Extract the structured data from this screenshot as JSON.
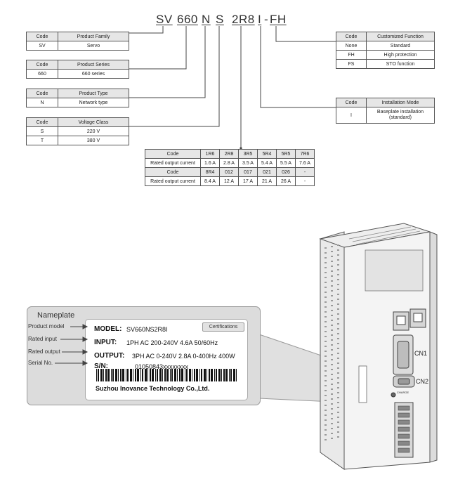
{
  "model_code": {
    "segments": [
      {
        "id": "family",
        "text": "SV"
      },
      {
        "id": "series",
        "text": "660"
      },
      {
        "id": "type",
        "text": "N"
      },
      {
        "id": "voltage",
        "text": "S"
      },
      {
        "id": "current",
        "text": "2R8"
      },
      {
        "id": "install",
        "text": "I"
      },
      {
        "id": "dash",
        "text": "-"
      },
      {
        "id": "custom",
        "text": "FH"
      }
    ]
  },
  "tables": {
    "product_family": {
      "headers": [
        "Code",
        "Product Family"
      ],
      "rows": [
        [
          "SV",
          "Servo"
        ]
      ]
    },
    "product_series": {
      "headers": [
        "Code",
        "Product Series"
      ],
      "rows": [
        [
          "660",
          "660 series"
        ]
      ]
    },
    "product_type": {
      "headers": [
        "Code",
        "Product Type"
      ],
      "rows": [
        [
          "N",
          "Network type"
        ]
      ]
    },
    "voltage_class": {
      "headers": [
        "Code",
        "Voltage Class"
      ],
      "rows": [
        [
          "S",
          "220 V"
        ],
        [
          "T",
          "380 V"
        ]
      ]
    },
    "customized_function": {
      "headers": [
        "Code",
        "Customized Function"
      ],
      "rows": [
        [
          "None",
          "Standard"
        ],
        [
          "FH",
          "High protection"
        ],
        [
          "FS",
          "STO function"
        ]
      ]
    },
    "installation_mode": {
      "headers": [
        "Code",
        "Installation Mode"
      ],
      "rows": [
        [
          "I",
          "Baseplate installation (standard)"
        ]
      ]
    },
    "rated_current": {
      "rows": [
        [
          "Code",
          "1R6",
          "2R8",
          "3R5",
          "5R4",
          "5R5",
          "7R6"
        ],
        [
          "Rated output current",
          "1.6 A",
          "2.8 A",
          "3.5 A",
          "5.4 A",
          "5.5 A",
          "7.6 A"
        ],
        [
          "Code",
          "8R4",
          "012",
          "017",
          "021",
          "026",
          "-"
        ],
        [
          "Rated output current",
          "8.4 A",
          "12 A",
          "17 A",
          "21 A",
          "26 A",
          "-"
        ]
      ]
    }
  },
  "nameplate": {
    "title": "Nameplate",
    "labels": {
      "product_model": "Product model",
      "rated_input": "Rated input",
      "rated_output": "Rated output",
      "serial_no": "Serial No."
    },
    "certifications": "Certifications",
    "model_label": "MODEL:",
    "model_value": "SV660NS2R8I",
    "input_label": "INPUT:",
    "input_value": "1PH AC 200-240V 4.6A 50/60Hz",
    "output_label": "OUTPUT:",
    "output_value": "3PH AC 0-240V 2.8A 0-400Hz 400W",
    "sn_label": "S/N:",
    "sn_value": "01050843xxxxxxxx",
    "company": "Suzhou  Inovance  Technology  Co.,Ltd."
  },
  "device": {
    "cn1": "CN1",
    "cn2": "CN2",
    "charge": "CHARGE"
  },
  "colors": {
    "line": "#444444",
    "header_bg": "#e6e6e6",
    "panel_bg": "#dcdcdc",
    "device_body": "#f2f2f2"
  }
}
